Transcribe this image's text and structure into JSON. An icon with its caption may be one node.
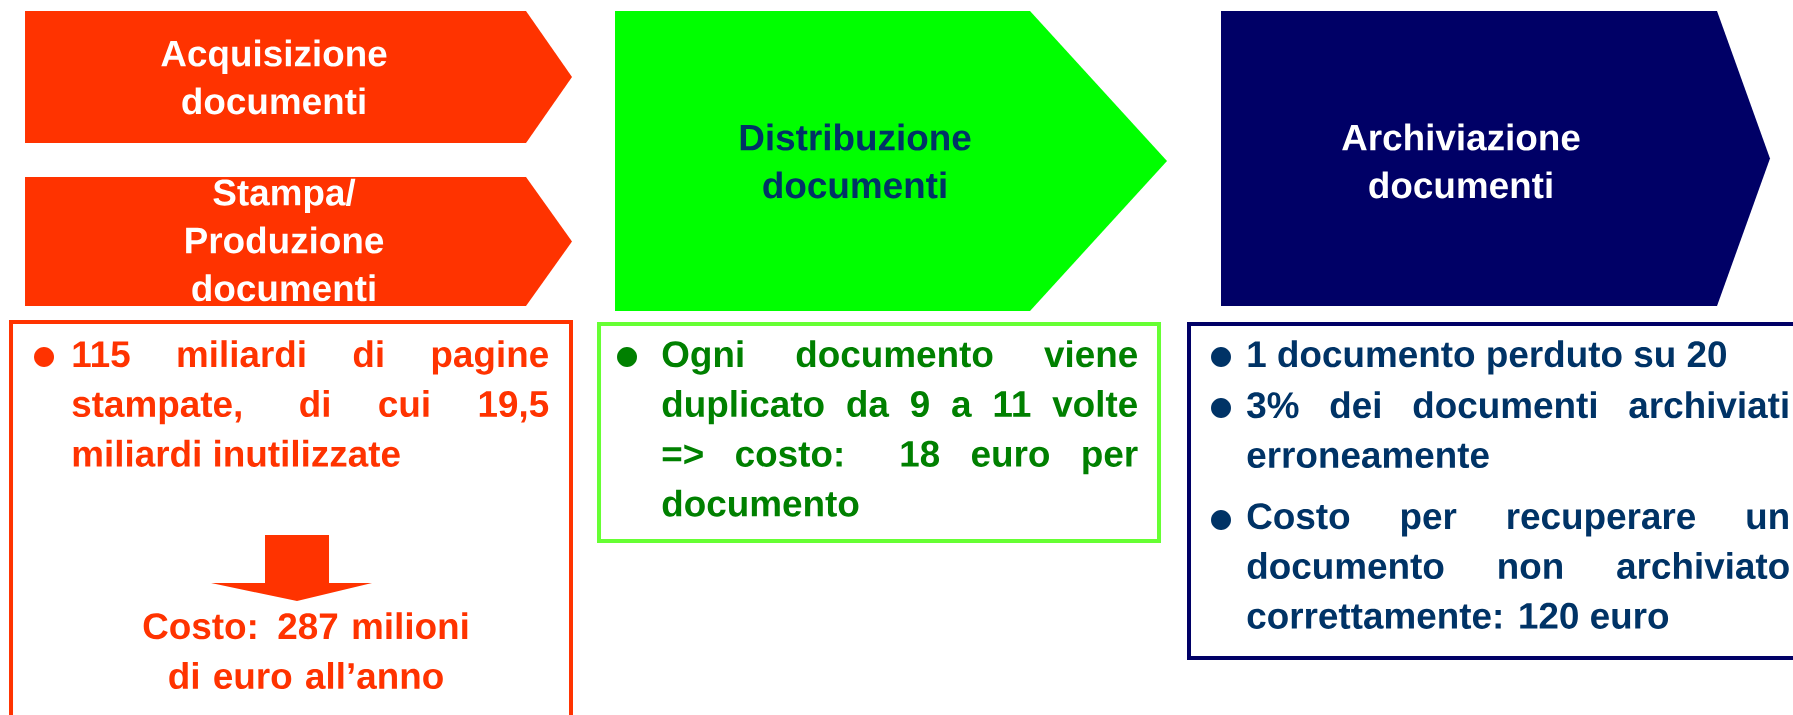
{
  "diagram": {
    "nodes": [
      {
        "text": [
          "Acquisizione documenti"
        ]
      },
      {
        "text": [
          "Stampa/ Produzione documenti"
        ]
      },
      {
        "text": [
          "Distribuzione documenti"
        ]
      },
      {
        "text": [
          "Archiviazione documenti"
        ]
      },
      {
        "text": [
          "115 miliardi di pagine stampate, di cui 19,5 miliardi inutilizzate",
          "Costo: 287 milioni di euro all’anno"
        ]
      },
      {
        "text": [
          "Ogni documento viene duplicato da 9 a 11 volte => costo: 18 euro per documento"
        ]
      },
      {
        "text": [
          "1 documento perduto su 20",
          "3% dei documenti archiviati erroneamente",
          "Costo per recuperare un documento non archiviato correttamente: 120 euro"
        ]
      }
    ],
    "edges": []
  }
}
